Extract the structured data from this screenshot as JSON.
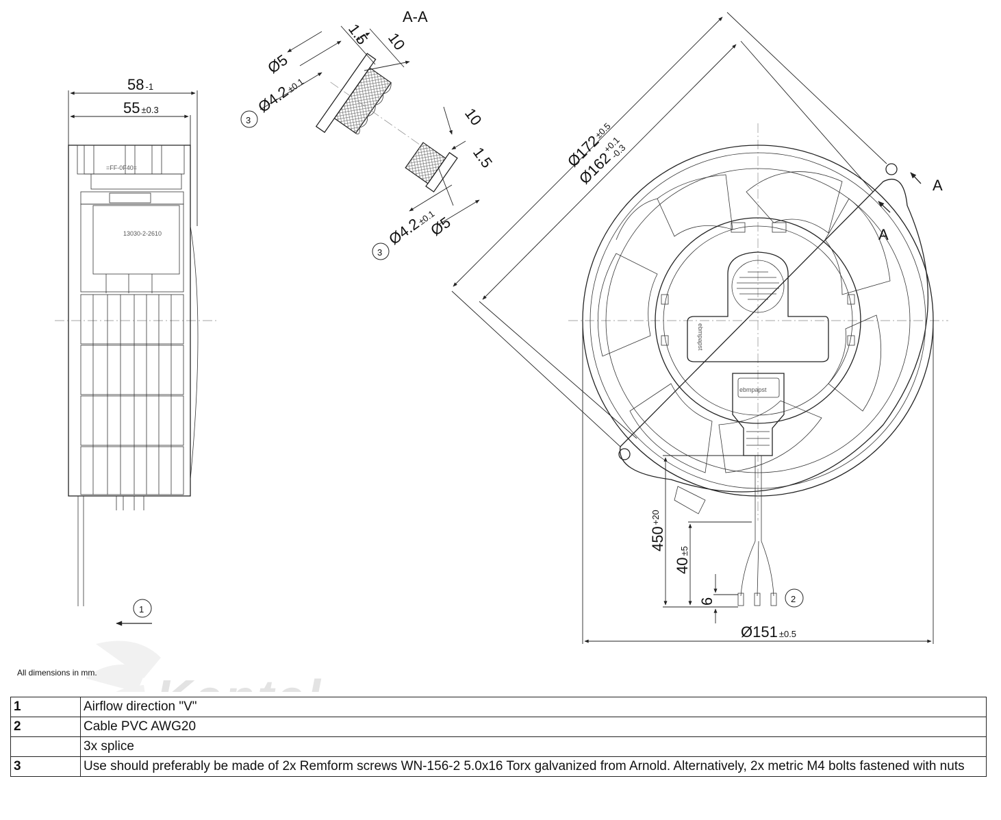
{
  "section_title": "A-A",
  "section_marker": "A",
  "callouts": {
    "c1": "1",
    "c2": "2",
    "c3": "3"
  },
  "dimensions": {
    "width_58": "58",
    "width_58_tol": "-1",
    "width_55": "55",
    "width_55_tol": "±0.3",
    "d5_top": "Ø5",
    "d42_top": "Ø4.2",
    "d42_top_tol": "±0.1",
    "len_15_top": "1.5",
    "len_10_top": "10",
    "len_10_bottom": "10",
    "len_15_bottom": "1.5",
    "d42_bottom": "Ø4.2",
    "d42_bottom_tol": "±0.1",
    "d5_bottom": "Ø5",
    "d172": "Ø172",
    "d172_tol": "±0.5",
    "d162": "Ø162",
    "d162_tol_up": "+0.1",
    "d162_tol_dn": "-0.3",
    "d151": "Ø151",
    "d151_tol": "±0.5",
    "cable_450": "450",
    "cable_450_tol": "+20",
    "cable_40": "40",
    "cable_40_tol": "±5",
    "cable_6": "6"
  },
  "part_marks": {
    "side_code": "13030-2-2610",
    "brand": "ebmpapst"
  },
  "watermark": "Kentel",
  "note": "All dimensions in mm.",
  "legend": [
    {
      "key": "1",
      "text": "Airflow direction \"V\""
    },
    {
      "key": "2",
      "text": "Cable PVC AWG20"
    },
    {
      "key": "",
      "text": "3x splice"
    },
    {
      "key": "3",
      "text": "Use should preferably be made of 2x Remform screws WN-156-2 5.0x16 Torx galvanized from Arnold. Alternatively, 2x metric M4 bolts fastened with nuts"
    }
  ]
}
